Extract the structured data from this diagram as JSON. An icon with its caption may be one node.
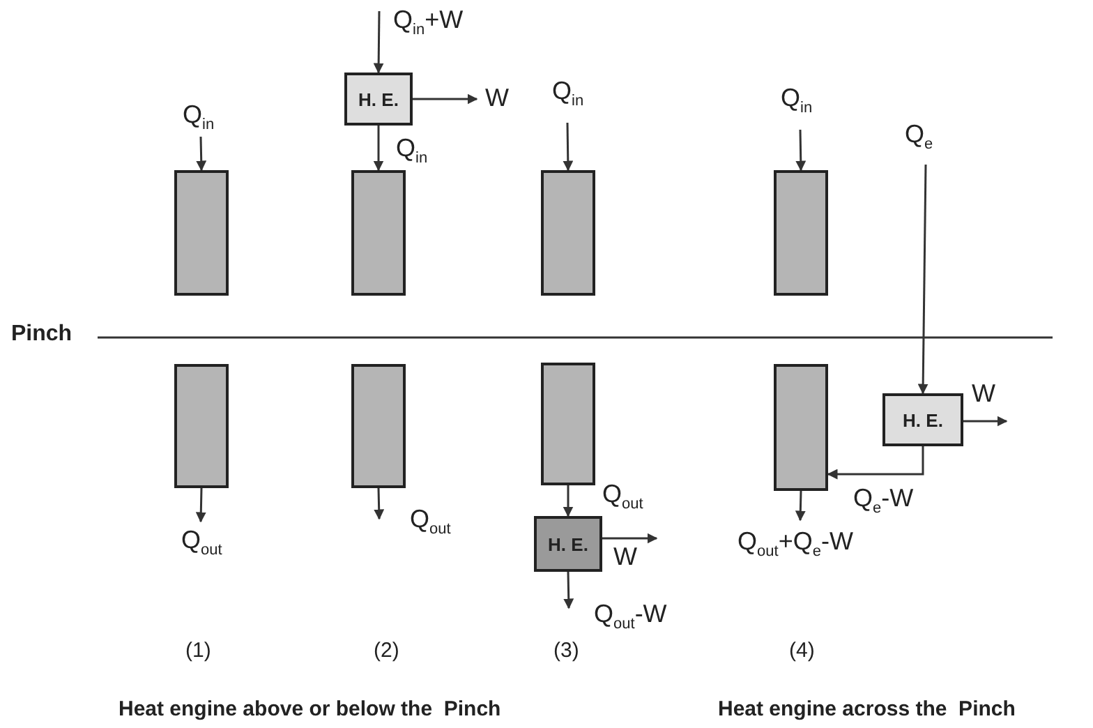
{
  "diagram": {
    "nodes": [
      {
        "text": [
          "H. E."
        ]
      },
      {
        "text": [],
        "shape": "box"
      },
      {
        "text": [],
        "shape": "box"
      },
      {
        "text": [],
        "shape": "box"
      },
      {
        "text": [],
        "shape": "box"
      },
      {
        "text": [],
        "shape": "box"
      },
      {
        "text": [],
        "shape": "box"
      },
      {
        "text": [],
        "shape": "box"
      },
      {
        "text": [],
        "shape": "box"
      },
      {
        "text": [
          "H. E."
        ]
      },
      {
        "text": [
          "H. E."
        ]
      }
    ],
    "edges": [
      {
        "from": null,
        "to": 0,
        "arrow": "to",
        "label": "Q$_{in}$+W"
      },
      {
        "from": 0,
        "to": null,
        "arrow": "to",
        "label": "W"
      },
      {
        "from": 0,
        "to": 2,
        "arrow": "to",
        "label": "Q$_{in}$"
      },
      {
        "from": null,
        "to": 1,
        "arrow": "to",
        "label": "Q$_{in}$"
      },
      {
        "from": null,
        "to": 3,
        "arrow": "to",
        "label": "Q$_{in}$"
      },
      {
        "from": null,
        "to": 4,
        "arrow": "to",
        "label": "Q$_{in}$"
      },
      {
        "from": null,
        "to": 9,
        "arrow": "to",
        "label": "Q$_{e}$"
      },
      {
        "from": 9,
        "to": null,
        "arrow": "to",
        "label": "W"
      },
      {
        "from": 9,
        "to": 8,
        "arrow": "to",
        "label": "Q$_{e}$-W"
      },
      {
        "from": 5,
        "to": null,
        "arrow": "to",
        "label": "Q$_{out}$"
      },
      {
        "from": 6,
        "to": null,
        "arrow": "to",
        "label": "Q$_{out}$"
      },
      {
        "from": 7,
        "to": 10,
        "arrow": "to",
        "label": "Q$_{out}$"
      },
      {
        "from": 10,
        "to": null,
        "arrow": "to",
        "label": "W"
      },
      {
        "from": 10,
        "to": null,
        "arrow": "to",
        "label": "Q$_{out}$-W"
      },
      {
        "from": 8,
        "to": null,
        "arrow": "to",
        "label": "Q$_{out}$+Q$_{e}$-W"
      }
    ],
    "labels": [
      "Pinch",
      "(1)",
      "(2)",
      "(3)",
      "(4)",
      "Heat engine above or below the  Pinch",
      "Heat engine across the  Pinch"
    ]
  }
}
